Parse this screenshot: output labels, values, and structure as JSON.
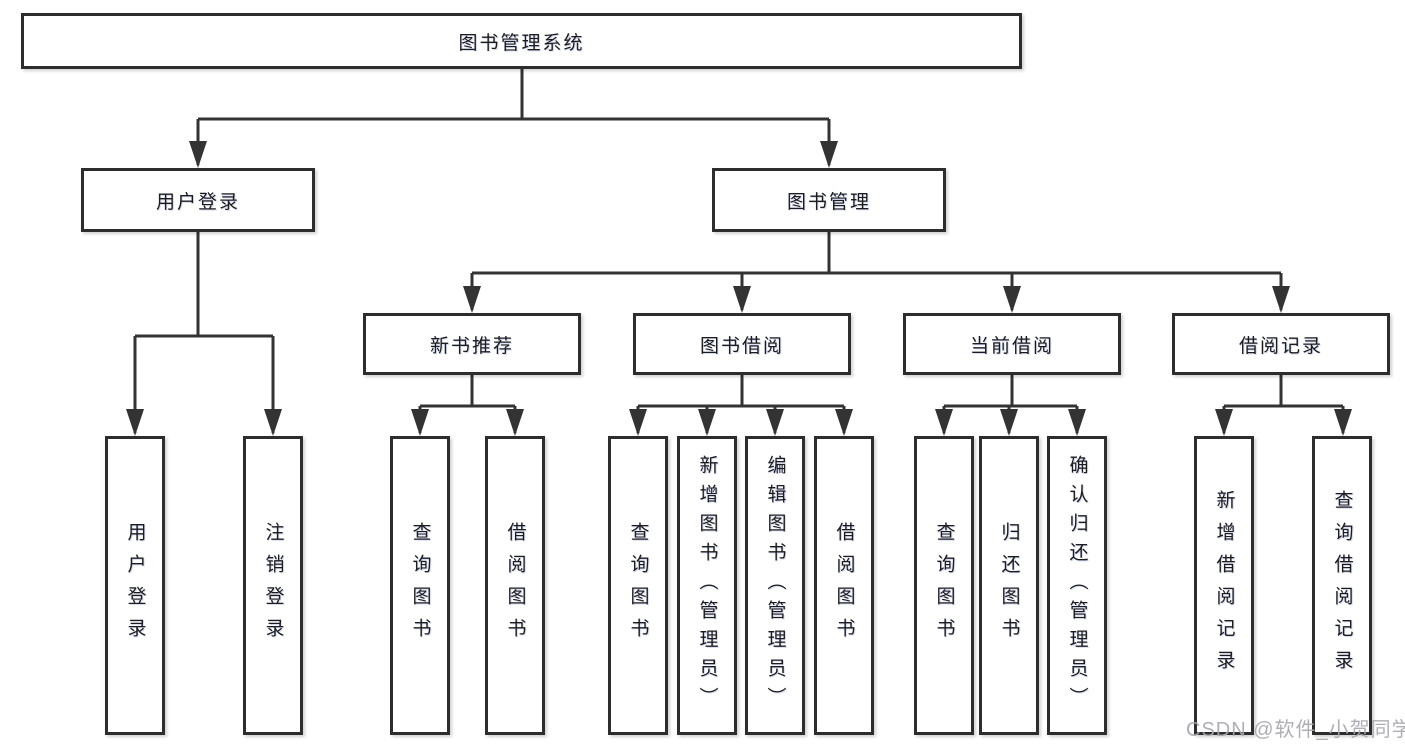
{
  "diagram": {
    "type": "tree",
    "root": {
      "label": "图书管理系统",
      "children": [
        {
          "label": "用户登录",
          "children": [
            {
              "label": "用户登录"
            },
            {
              "label": "注销登录"
            }
          ]
        },
        {
          "label": "图书管理",
          "children": [
            {
              "label": "新书推荐",
              "children": [
                {
                  "label": "查询图书"
                },
                {
                  "label": "借阅图书"
                }
              ]
            },
            {
              "label": "图书借阅",
              "children": [
                {
                  "label": "查询图书"
                },
                {
                  "label": "新增图书（管理员）"
                },
                {
                  "label": "编辑图书（管理员）"
                },
                {
                  "label": "借阅图书"
                }
              ]
            },
            {
              "label": "当前借阅",
              "children": [
                {
                  "label": "查询图书"
                },
                {
                  "label": "归还图书"
                },
                {
                  "label": "确认归还（管理员）"
                }
              ]
            },
            {
              "label": "借阅记录",
              "children": [
                {
                  "label": "新增借阅记录"
                },
                {
                  "label": "查询借阅记录"
                }
              ]
            }
          ]
        }
      ]
    },
    "colors": {
      "background": "#ffffff",
      "box_border": "#2d2d2d",
      "line": "#333333",
      "text": "#1c1c1c",
      "watermark": "#a8a8b0"
    }
  },
  "watermark": {
    "text": "CSDN @软件_小贺同学"
  }
}
